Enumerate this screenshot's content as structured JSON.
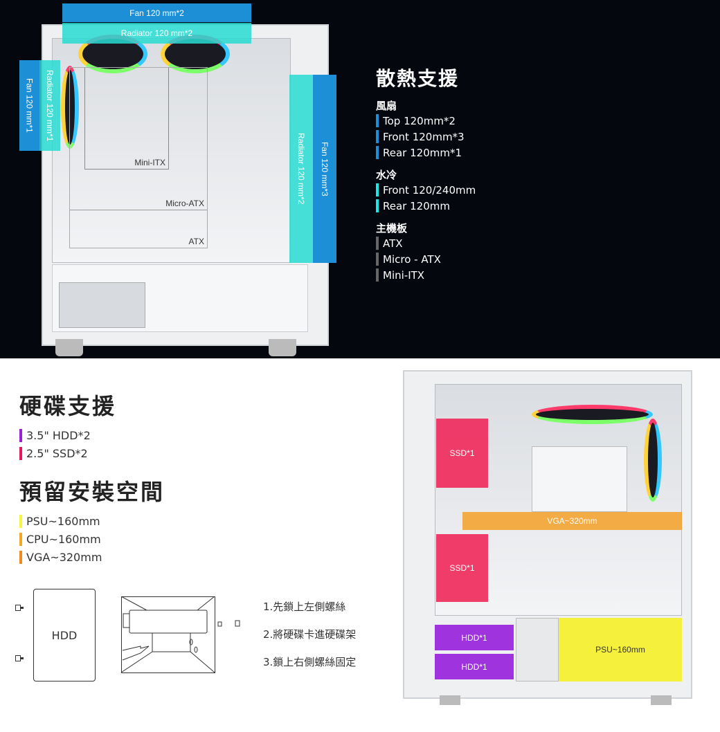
{
  "top": {
    "labels": {
      "fan_top": "Fan 120 mm*2",
      "rad_top": "Radiator 120 mm*2",
      "fan_rear": "Fan 120 mm*1",
      "rad_rear": "Radiator 120 mm*1",
      "rad_front": "Radiator 120 mm*2",
      "fan_front": "Fan 120 mm*3"
    },
    "motherboard_labels": {
      "mini": "Mini-ITX",
      "micro": "Micro-ATX",
      "atx": "ATX"
    },
    "title": "散熱支援",
    "groups": [
      {
        "heading": "風扇",
        "color": "#1c8fd6",
        "items": [
          "Top 120mm*2",
          "Front 120mm*3",
          "Rear 120mm*1"
        ]
      },
      {
        "heading": "水冷",
        "color": "#1fe6e6",
        "items": [
          "Front 120/240mm",
          "Rear 120mm"
        ]
      },
      {
        "heading": "主機板",
        "color": "#666666",
        "items": [
          "ATX",
          "Micro - ATX",
          "Mini-ITX"
        ]
      }
    ]
  },
  "bottom": {
    "drive_title": "硬碟支援",
    "drive_items": [
      {
        "text": "3.5\" HDD*2",
        "color": "#9b1fd6"
      },
      {
        "text": "2.5\" SSD*2",
        "color": "#e8175d"
      }
    ],
    "space_title": "預留安裝空間",
    "space_items": [
      {
        "text": "PSU~160mm",
        "color": "#f5f542"
      },
      {
        "text": "CPU~160mm",
        "color": "#f5a623"
      },
      {
        "text": "VGA~320mm",
        "color": "#f08a1c"
      }
    ],
    "hdd_label": "HDD",
    "steps": [
      "1.先鎖上左側螺絲",
      "2.將硬碟卡進硬碟架",
      "3.鎖上右側螺絲固定"
    ],
    "overlays": {
      "ssd1": "SSD*1",
      "ssd2": "SSD*1",
      "vga": "VGA~320mm",
      "hdd1": "HDD*1",
      "hdd2": "HDD*1",
      "psu": "PSU~160mm"
    }
  }
}
